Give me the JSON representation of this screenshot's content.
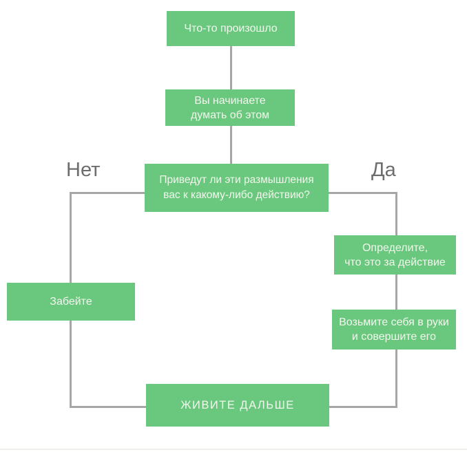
{
  "flowchart": {
    "nodes": {
      "event": {
        "label": "Что-то произошло"
      },
      "think": {
        "label": "Вы начинаете\nдумать об этом"
      },
      "decision": {
        "label": "Приведут ли эти размышления\nвас к какому-либо действию?"
      },
      "define": {
        "label": "Определите,\nчто это за действие"
      },
      "act": {
        "label": "Возьмите себя в руки\nи совершите его"
      },
      "forget": {
        "label": "Забейте"
      },
      "live": {
        "label": "ЖИВИТЕ ДАЛЬШЕ"
      }
    },
    "branch_labels": {
      "no": "Нет",
      "yes": "Да"
    },
    "edges": [
      {
        "from": "event",
        "to": "think"
      },
      {
        "from": "think",
        "to": "decision"
      },
      {
        "from": "decision",
        "to": "forget",
        "branch": "Нет"
      },
      {
        "from": "decision",
        "to": "define",
        "branch": "Да"
      },
      {
        "from": "define",
        "to": "act"
      },
      {
        "from": "forget",
        "to": "live"
      },
      {
        "from": "act",
        "to": "live"
      }
    ],
    "colors": {
      "node_fill": "#69c87d",
      "node_text": "#f3f7ee",
      "connector": "#a6a6a6",
      "branch_label": "#6d6d6d",
      "background": "#ffffff"
    }
  }
}
